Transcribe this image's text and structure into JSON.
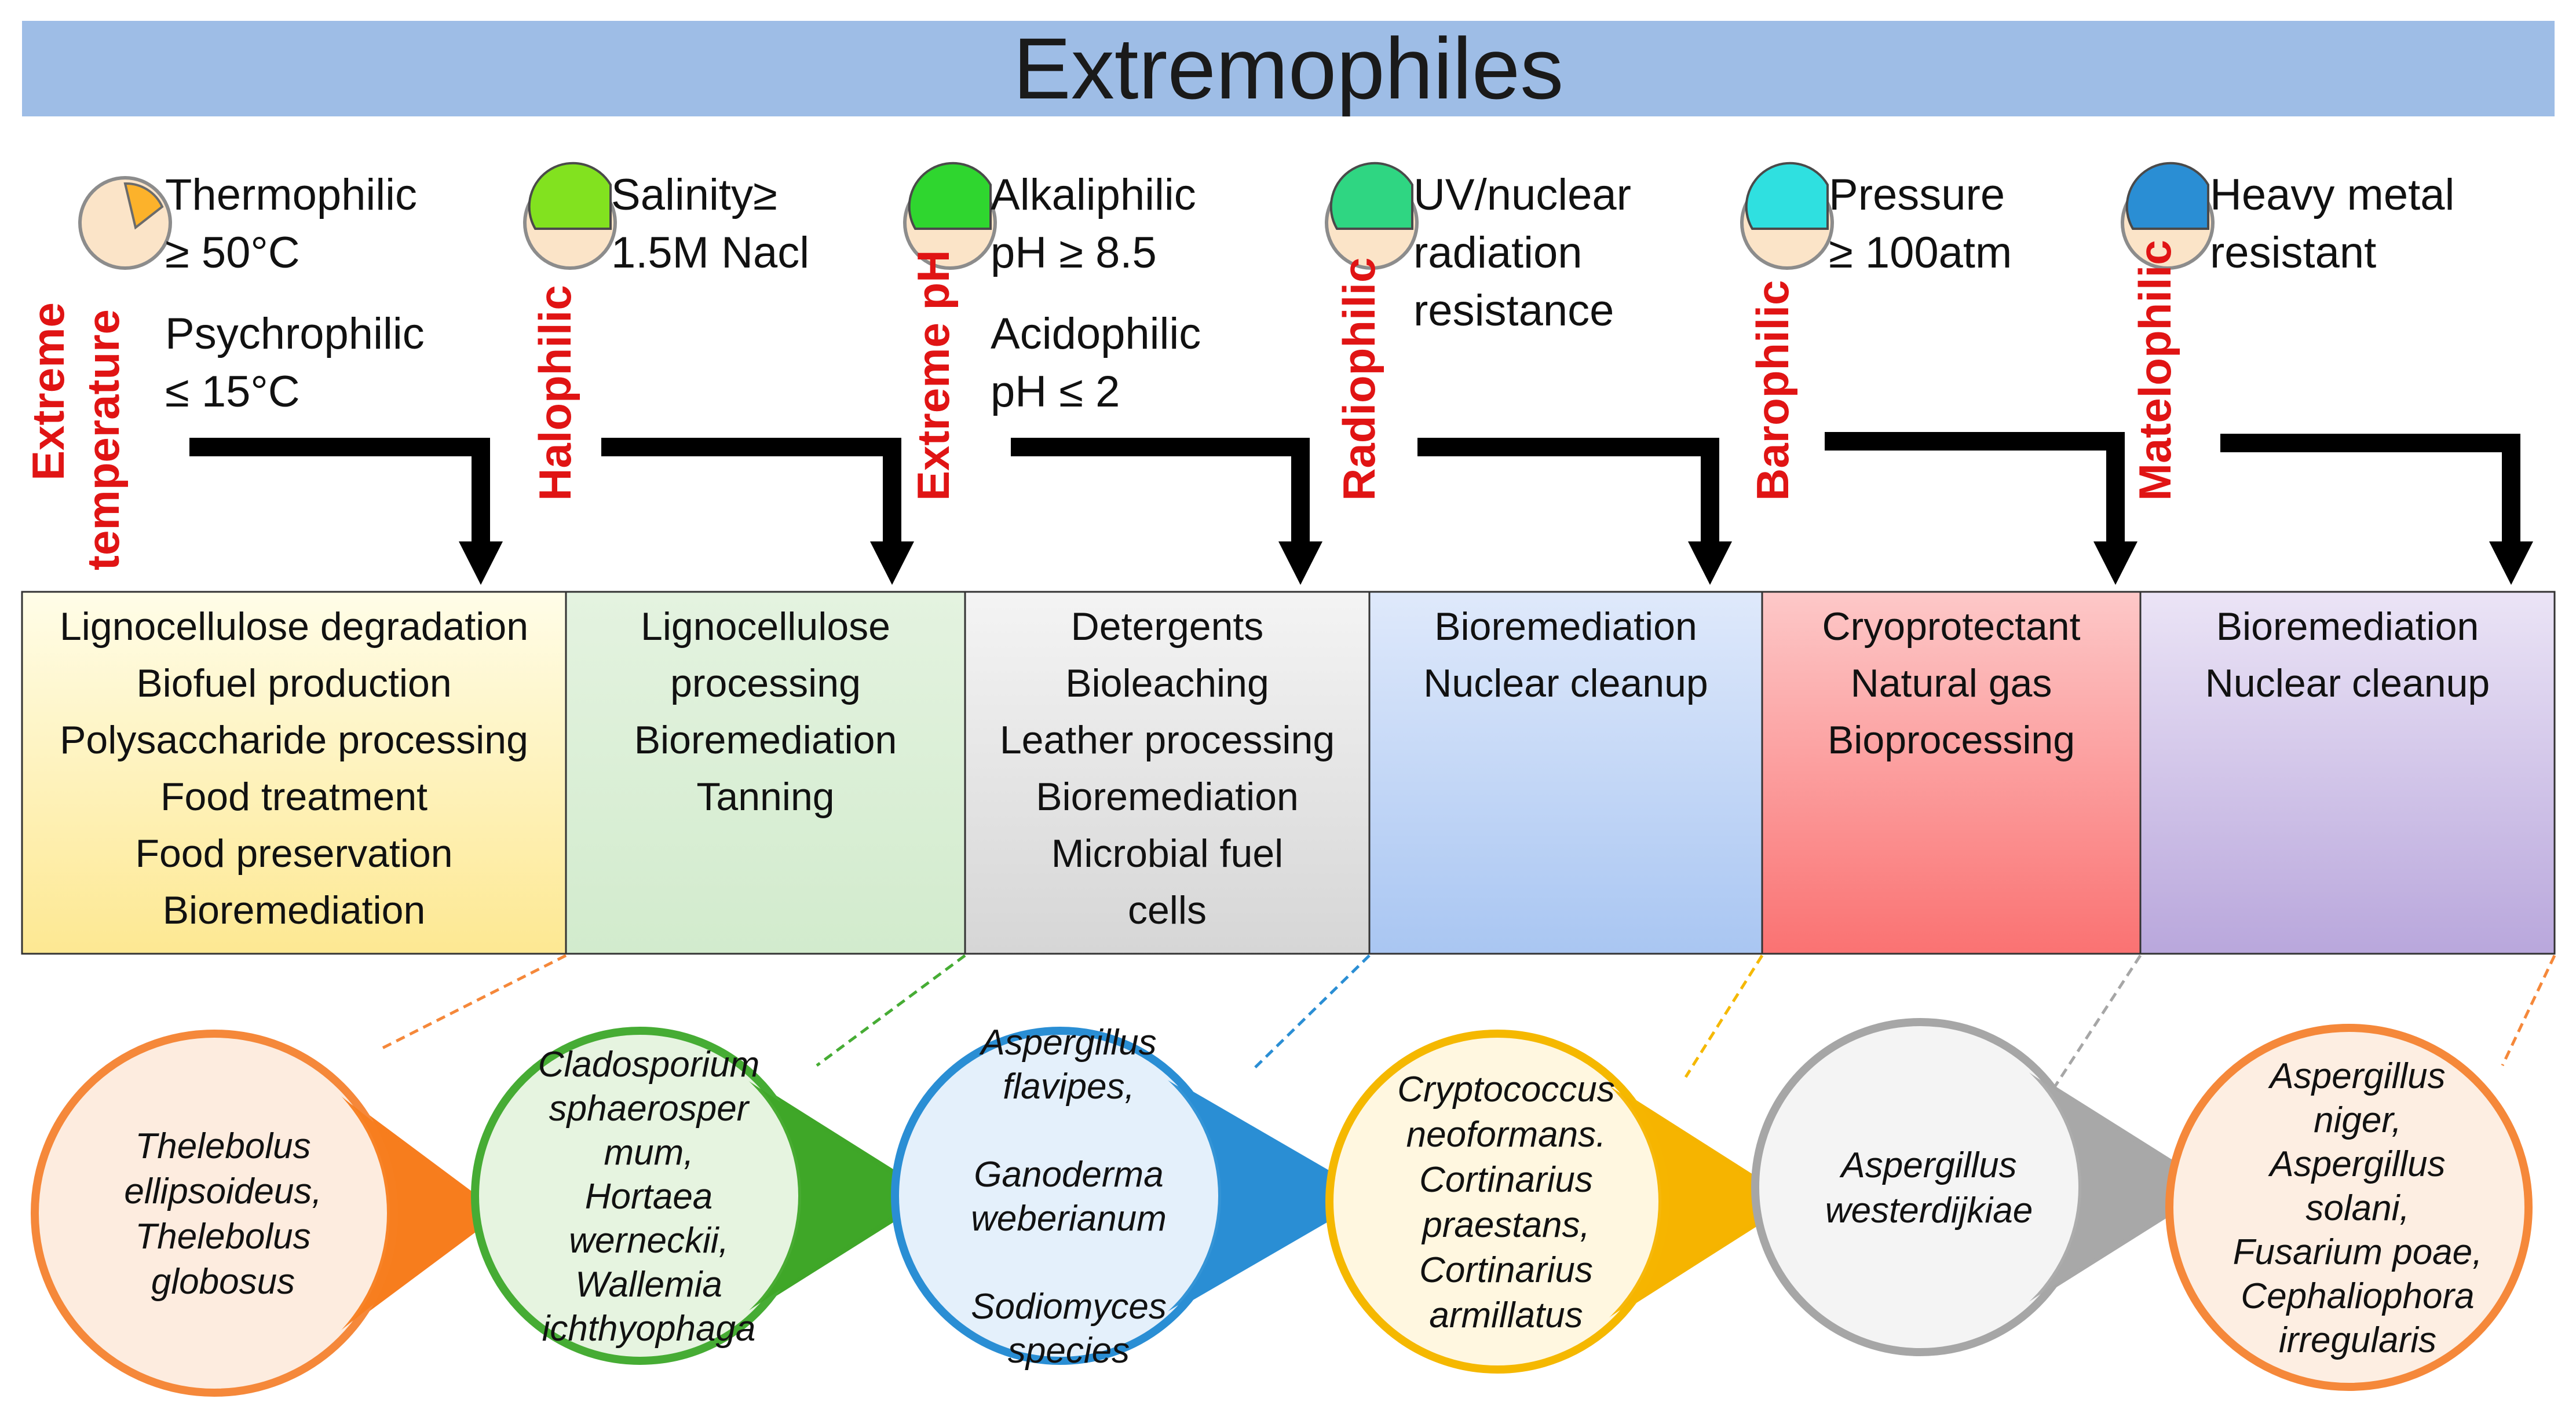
{
  "title": "Extremophiles",
  "colors": {
    "title_bar": "#9ebde6",
    "label_red": "#e01414",
    "box_yellow": "#fdeb9a",
    "box_green": "#d2ebcd",
    "box_gray": "#dedede",
    "box_blue": "#b4cdf3",
    "box_red": "#fb8585",
    "box_purple": "#c1b1e0"
  },
  "columns": [
    {
      "label": "Extreme temperature",
      "label_lines": [
        "Extreme",
        "temperature"
      ],
      "icon": "orange-partial-circle-icon",
      "conditions": [
        {
          "lines": [
            "Thermophilic",
            "≥ 50°C"
          ]
        },
        {
          "lines": [
            "Psychrophilic",
            "≤ 15°C"
          ]
        }
      ],
      "applications": [
        "Lignocellulose degradation",
        "Biofuel production",
        "Polysaccharide processing",
        "Food treatment",
        "Food preservation",
        "Bioremediation"
      ],
      "organisms": [
        "Thelebolus",
        "ellipsoideus,",
        "Thelebolus",
        "globosus"
      ]
    },
    {
      "label": "Halophilic",
      "label_lines": [
        "Halophilic"
      ],
      "icon": "lime-partial-circle-icon",
      "conditions": [
        {
          "lines": [
            "Salinity≥",
            "1.5M Nacl"
          ]
        }
      ],
      "applications": [
        "Lignocellulose",
        "processing",
        "Bioremediation",
        "Tanning"
      ],
      "organisms": [
        "Cladosporium",
        "sphaerosper",
        "mum,",
        "Hortaea",
        "werneckii,",
        "Wallemia",
        "ichthyophaga"
      ]
    },
    {
      "label": "Extreme pH",
      "label_lines": [
        "Extreme pH"
      ],
      "icon": "green-partial-circle-icon",
      "conditions": [
        {
          "lines": [
            "Alkaliphilic",
            "pH ≥ 8.5"
          ]
        },
        {
          "lines": [
            "Acidophilic",
            "pH ≤ 2"
          ]
        }
      ],
      "applications": [
        "Detergents",
        "Bioleaching",
        "Leather processing",
        "Bioremediation",
        "Microbial fuel",
        "cells"
      ],
      "organisms": [
        "Aspergillus",
        "flavipes,",
        "",
        "Ganoderma",
        "weberianum",
        "",
        "Sodiomyces",
        "species"
      ]
    },
    {
      "label": "Radiophilic",
      "label_lines": [
        "Radiophilic"
      ],
      "icon": "green-partial-circle-icon",
      "conditions": [
        {
          "lines": [
            "UV/nuclear",
            "radiation",
            "resistance"
          ]
        }
      ],
      "applications": [
        "Bioremediation",
        "Nuclear cleanup"
      ],
      "organisms": [
        "Cryptococcus",
        "neoformans.",
        "Cortinarius",
        "praestans,",
        "Cortinarius",
        "armillatus"
      ]
    },
    {
      "label": "Barophilic",
      "label_lines": [
        "Barophilic"
      ],
      "icon": "cyan-partial-circle-icon",
      "conditions": [
        {
          "lines": [
            "Pressure",
            "≥ 100atm"
          ]
        }
      ],
      "applications": [
        "Cryoprotectant",
        "Natural gas",
        "Bioprocessing"
      ],
      "organisms": [
        "Aspergillus",
        "westerdijkiae"
      ]
    },
    {
      "label": "Matelophilic",
      "label_lines": [
        "Matelophilic"
      ],
      "icon": "blue-partial-circle-icon",
      "conditions": [
        {
          "lines": [
            "Heavy metal",
            "resistant"
          ]
        }
      ],
      "applications": [
        "Bioremediation",
        "Nuclear cleanup"
      ],
      "organisms": [
        "Aspergillus",
        "niger,",
        "Aspergillus",
        "solani,",
        "Fusarium poae,",
        "Cephaliophora",
        "irregularis"
      ]
    }
  ]
}
